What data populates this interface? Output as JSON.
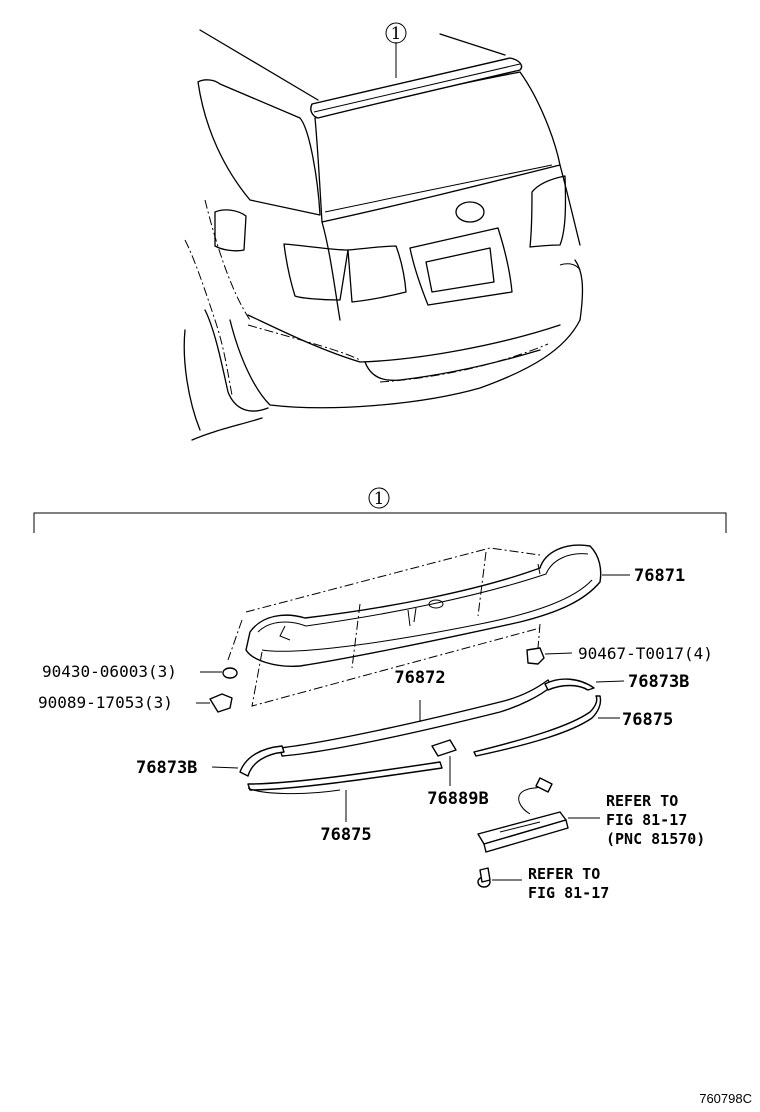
{
  "callout_marker": "1",
  "parts": {
    "spoiler": "76871",
    "spoiler_sub": "76872",
    "end_cap_right": "76873B",
    "end_cap_left": "76873B",
    "molding_right": "76875",
    "molding_left": "76875",
    "pad": "76889B",
    "nut": "90467-T0017(4)",
    "washer": "90430-06003(3)",
    "grommet": "90089-17053(3)"
  },
  "references": {
    "lamp": [
      "REFER TO",
      "FIG 81-17",
      "(PNC 81570)"
    ],
    "bolt": [
      "REFER TO",
      "FIG 81-17"
    ]
  },
  "figure_code": "760798C"
}
